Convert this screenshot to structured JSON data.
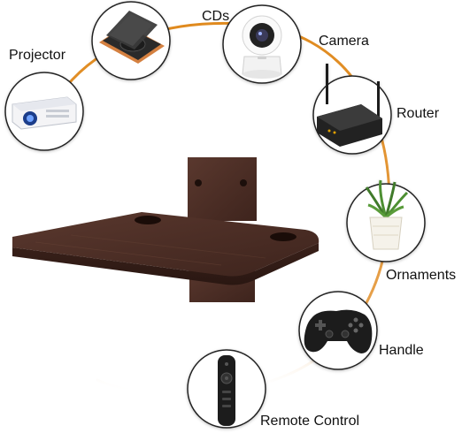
{
  "arc_color": "#e08a1e",
  "shelf_color": "#4a2c24",
  "items": [
    {
      "key": "projector",
      "label": "Projector",
      "icon": "projector-icon"
    },
    {
      "key": "cds",
      "label": "CDs",
      "icon": "cd-player-icon"
    },
    {
      "key": "camera",
      "label": "Camera",
      "icon": "security-camera-icon"
    },
    {
      "key": "router",
      "label": "Router",
      "icon": "router-icon"
    },
    {
      "key": "ornaments",
      "label": "Ornaments",
      "icon": "potted-plant-icon"
    },
    {
      "key": "handle",
      "label": "Handle",
      "icon": "game-controller-icon"
    },
    {
      "key": "remote",
      "label": "Remote Control",
      "icon": "remote-control-icon"
    }
  ]
}
